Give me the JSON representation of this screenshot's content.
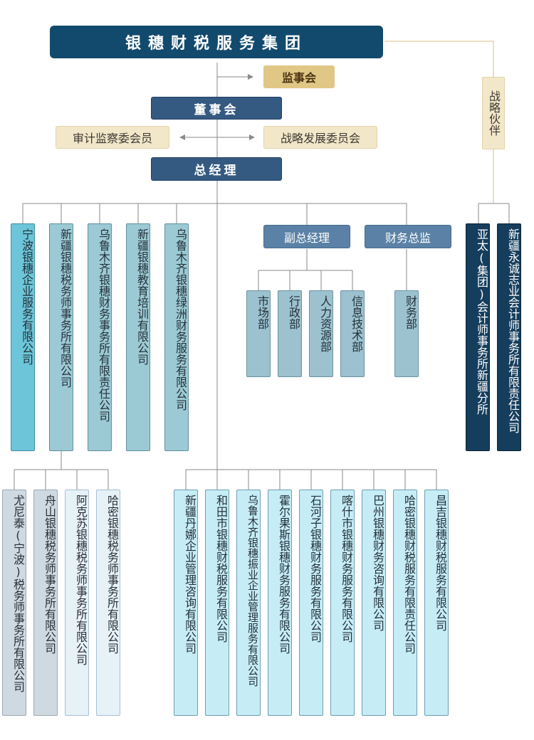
{
  "group_title": "银穗财税服务集团",
  "supervisory_board": "监事会",
  "board_of_directors": "董事会",
  "audit_committee": "审计监察委会员",
  "strategy_committee": "战略发展委员会",
  "general_manager": "总经理",
  "strategic_partner": "战略伙伴",
  "deputy_gm": "副总经理",
  "cfo": "财务总监",
  "subsidiaries": [
    "宁波银穗企业服务有限公司",
    "新疆银穗税务师事务所有限公司",
    "乌鲁木齐银穗财务事务所有限责任公司",
    "新疆银穗教育培训有限公司",
    "乌鲁木齐银穗绿洲财务服务有限公司"
  ],
  "departments": [
    "市场部",
    "行政部",
    "人力资源部",
    "信息技术部"
  ],
  "finance_department": "财务部",
  "partners": [
    "亚太(集团)会计师事务所新疆分所",
    "新疆永诚志业会计师事务所有限责任公司"
  ],
  "tax_branches": [
    "尤尼泰(宁波)税务师事务所有限公司",
    "舟山银穗税务师事务所有限公司",
    "阿克苏银穗税务师事务所有限公司",
    "哈密银穗税务师事务所有限公司"
  ],
  "regional_companies": [
    "新疆丹娜企业管理咨询有限公司",
    "和田市银穗财税服务有限公司",
    "乌鲁木齐银穗振业企业管理服务有限公司",
    "霍尔果斯银穗财务服务有限公司",
    "石河子银穗财务服务有限公司",
    "喀什市银穗财务服务有限公司",
    "巴州银穗财务咨询有限公司",
    "哈密银穗财税服务有限责任公司",
    "昌吉银穗财税服务有限公司"
  ]
}
